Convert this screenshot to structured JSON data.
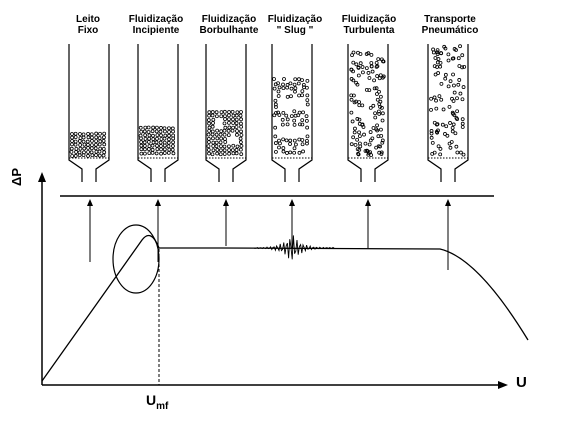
{
  "regimes": [
    {
      "line1": "Leito",
      "line2": "Fixo"
    },
    {
      "line1": "Fluidização",
      "line2": "Incipiente"
    },
    {
      "line1": "Fluidização",
      "line2": "Borbulhante"
    },
    {
      "line1": "Fluidização",
      "line2": "\" Slug \""
    },
    {
      "line1": "Fluidização",
      "line2": "Turbulenta"
    },
    {
      "line1": "Transporte",
      "line2": "Pneumático"
    }
  ],
  "axes": {
    "y_label": "ΔP",
    "x_label": "U",
    "umf_main": "U",
    "umf_sub": "mf"
  }
}
